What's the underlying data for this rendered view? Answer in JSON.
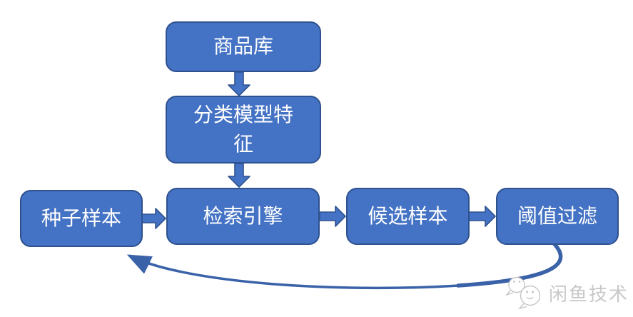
{
  "diagram": {
    "background": "#ffffff",
    "colors": {
      "node_fill": "#4472C4",
      "node_border": "#2F528F",
      "node_text": "#ffffff",
      "arrow_fill": "#4472C4",
      "arrow_border": "#2F528F",
      "feedback_arrow": "#3A62A8",
      "watermark_text": "#c9c9c9"
    },
    "nodes": [
      {
        "id": "product-library",
        "label": "商品库"
      },
      {
        "id": "classification-model-features",
        "label": "分类模型特征"
      },
      {
        "id": "seed-samples",
        "label": "种子样本"
      },
      {
        "id": "retrieval-engine",
        "label": "检索引擎"
      },
      {
        "id": "candidate-samples",
        "label": "候选样本"
      },
      {
        "id": "threshold-filter",
        "label": "阈值过滤"
      }
    ],
    "edges": [
      {
        "from": "product-library",
        "to": "classification-model-features",
        "style": "block-arrow-down"
      },
      {
        "from": "classification-model-features",
        "to": "retrieval-engine",
        "style": "block-arrow-down"
      },
      {
        "from": "seed-samples",
        "to": "retrieval-engine",
        "style": "block-arrow-right"
      },
      {
        "from": "retrieval-engine",
        "to": "candidate-samples",
        "style": "block-arrow-right"
      },
      {
        "from": "candidate-samples",
        "to": "threshold-filter",
        "style": "block-arrow-right"
      },
      {
        "from": "threshold-filter",
        "to": "seed-samples",
        "style": "curved-feedback-arrow"
      }
    ],
    "watermark": {
      "label": "闲鱼技术"
    }
  }
}
